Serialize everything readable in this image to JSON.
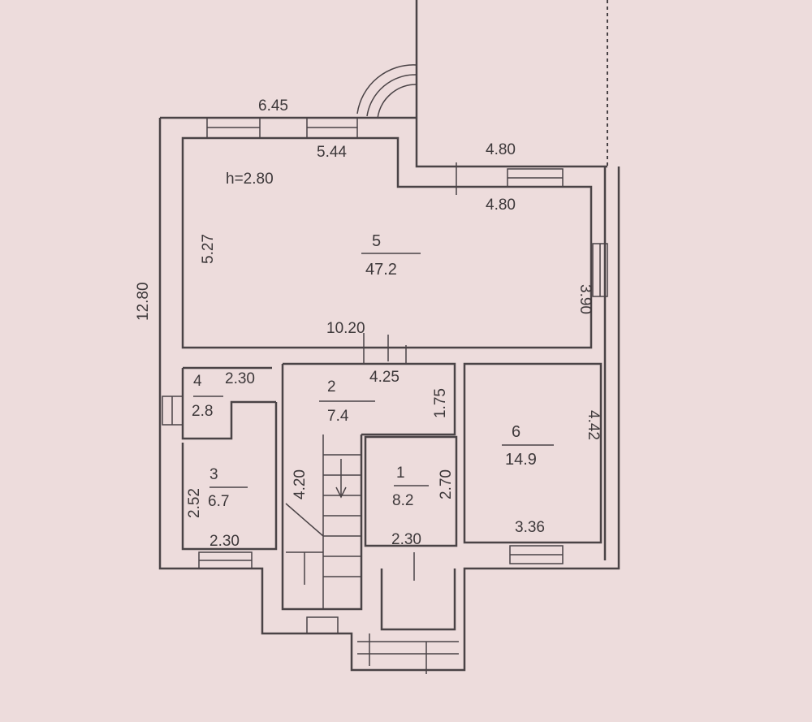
{
  "plan": {
    "overall_height": "12.80",
    "top_width": "6.45",
    "ceiling_height": "h=2.80",
    "rooms": [
      {
        "number": "5",
        "area": "47.2"
      },
      {
        "number": "4",
        "area": "2.8"
      },
      {
        "number": "2",
        "area": "7.4"
      },
      {
        "number": "3",
        "area": "6.7"
      },
      {
        "number": "1",
        "area": "8.2"
      },
      {
        "number": "6",
        "area": "14.9"
      }
    ],
    "dimensions": {
      "room5_top": "5.44",
      "room5_left": "5.27",
      "room5_right": "3.90",
      "room5_bottom": "10.20",
      "room5_step": "4.80",
      "terrace_width": "4.80",
      "room4_width": "2.30",
      "room2_width": "4.25",
      "room2_depth": "1.75",
      "corridor_length": "4.20",
      "room3_depth": "2.52",
      "room3_width": "2.30",
      "room1_depth": "2.70",
      "room1_width": "2.30",
      "room6_depth": "4.42",
      "room6_width": "3.36"
    }
  }
}
